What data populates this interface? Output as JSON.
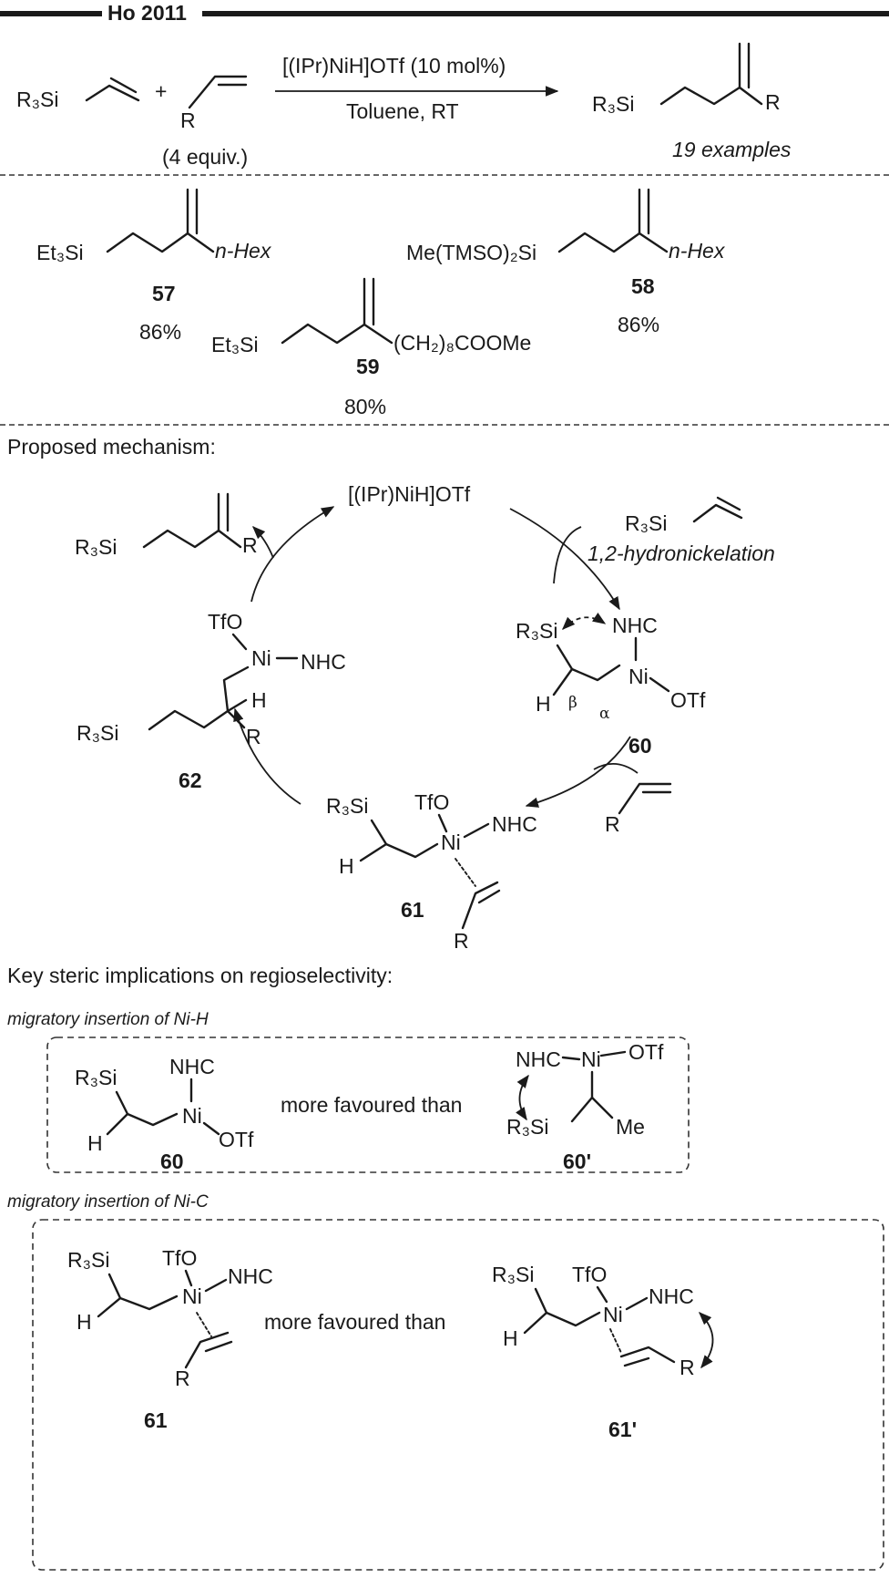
{
  "header": {
    "title": "Ho 2011"
  },
  "reaction": {
    "reagent1": "R₃Si",
    "reagent2_sub": "R",
    "reagent2_equiv": "(4 equiv.)",
    "plus": "+",
    "catalyst": "[(IPr)NiH]OTf (10 mol%)",
    "conditions": "Toluene, RT",
    "product_si": "R₃Si",
    "product_r": "R",
    "examples": "19 examples"
  },
  "examples": {
    "c57": {
      "si": "Et₃Si",
      "sub": "n-Hex",
      "num": "57",
      "yield": "86%"
    },
    "c58": {
      "si": "Me(TMSO)₂Si",
      "sub": "n-Hex",
      "num": "58",
      "yield": "86%"
    },
    "c59": {
      "si": "Et₃Si",
      "sub": "(CH₂)₈COOMe",
      "num": "59",
      "yield": "80%"
    }
  },
  "mechanism": {
    "heading": "Proposed mechanism:",
    "catalyst": "[(IPr)NiH]OTf",
    "substrate_si": "R₃Si",
    "step1": "1,2-hydronickelation",
    "product_si": "R₃Si",
    "product_r": "R",
    "i60": {
      "si": "R₃Si",
      "nhc": "NHC",
      "ni": "Ni",
      "otf": "OTf",
      "h": "H",
      "beta": "β",
      "alpha": "α",
      "num": "60"
    },
    "alkene_r": "R",
    "i61": {
      "si": "R₃Si",
      "tfo": "TfO",
      "ni": "Ni",
      "nhc": "NHC",
      "h": "H",
      "r": "R",
      "num": "61"
    },
    "i62": {
      "tfo": "TfO",
      "ni": "Ni",
      "nhc": "NHC",
      "h": "H",
      "si": "R₃Si",
      "r": "R",
      "num": "62"
    }
  },
  "steric": {
    "heading": "Key steric implications on regioselectivity:",
    "sub1": "migratory insertion of Ni-H",
    "sub2": "migratory insertion of Ni-C",
    "box1": {
      "left": {
        "si": "R₃Si",
        "nhc": "NHC",
        "ni": "Ni",
        "otf": "OTf",
        "h": "H",
        "num": "60"
      },
      "compare": "more favoured than",
      "right": {
        "nhc": "NHC",
        "ni": "Ni",
        "otf": "OTf",
        "si": "R₃Si",
        "me": "Me",
        "num": "60'"
      }
    },
    "box2": {
      "left": {
        "si": "R₃Si",
        "tfo": "TfO",
        "ni": "Ni",
        "nhc": "NHC",
        "h": "H",
        "r": "R",
        "num": "61"
      },
      "compare": "more favoured than",
      "right": {
        "si": "R₃Si",
        "tfo": "TfO",
        "ni": "Ni",
        "nhc": "NHC",
        "h": "H",
        "r": "R",
        "num": "61'"
      }
    }
  }
}
